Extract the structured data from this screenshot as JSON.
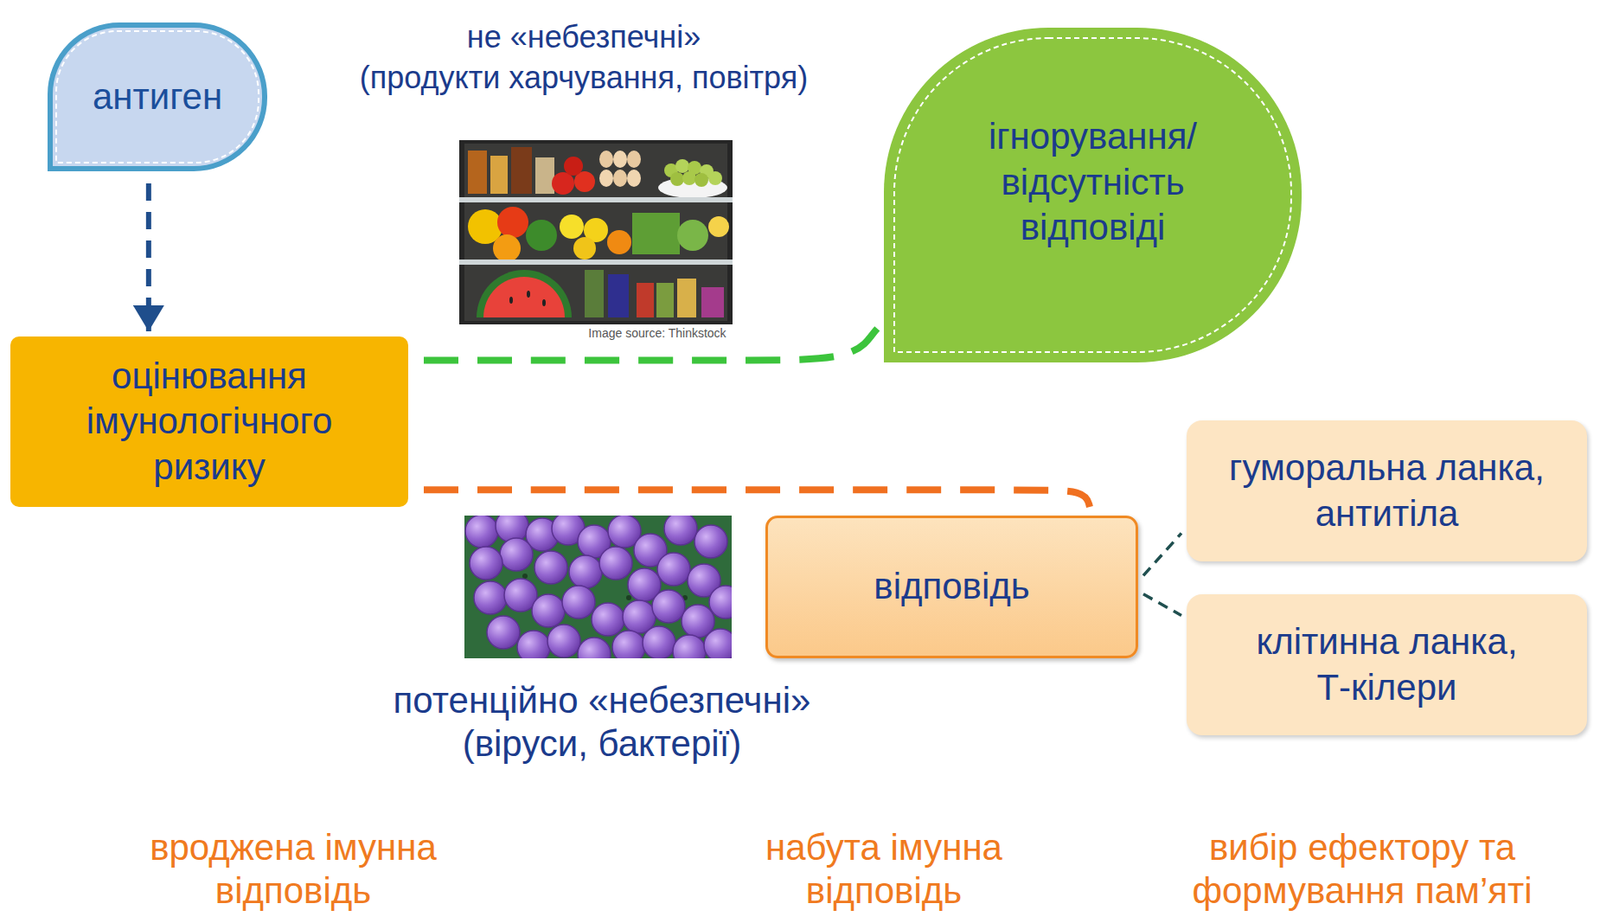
{
  "diagram": {
    "nodes": [
      {
        "text": [
          "антиген"
        ]
      },
      {
        "text": [
          "оцінювання імунологічного ризику"
        ]
      },
      {
        "text": [
          "ігнорування/ відсутність відповіді"
        ]
      },
      {
        "text": [
          "відповідь"
        ]
      },
      {
        "text": [
          "гуморальна ланка, антитіла"
        ]
      },
      {
        "text": [
          "клітинна ланка, Т-кілери"
        ]
      }
    ],
    "edges": [
      {
        "from": 0,
        "to": 1,
        "arrow": "to"
      },
      {
        "from": 1,
        "to": 2,
        "arrow": "none"
      },
      {
        "from": 1,
        "to": 3,
        "arrow": "none"
      },
      {
        "from": 3,
        "to": 4,
        "arrow": "none"
      },
      {
        "from": 3,
        "to": 5,
        "arrow": "none"
      }
    ],
    "labels": [
      "не «небезпечні» (продукти харчування, повітря)",
      "Image source: Thinkstock",
      "потенційно «небезпечні» (віруси, бактерії)",
      "вроджена імунна відповідь",
      "набута імунна відповідь",
      "вибір ефектору та формування пам’яті"
    ]
  }
}
